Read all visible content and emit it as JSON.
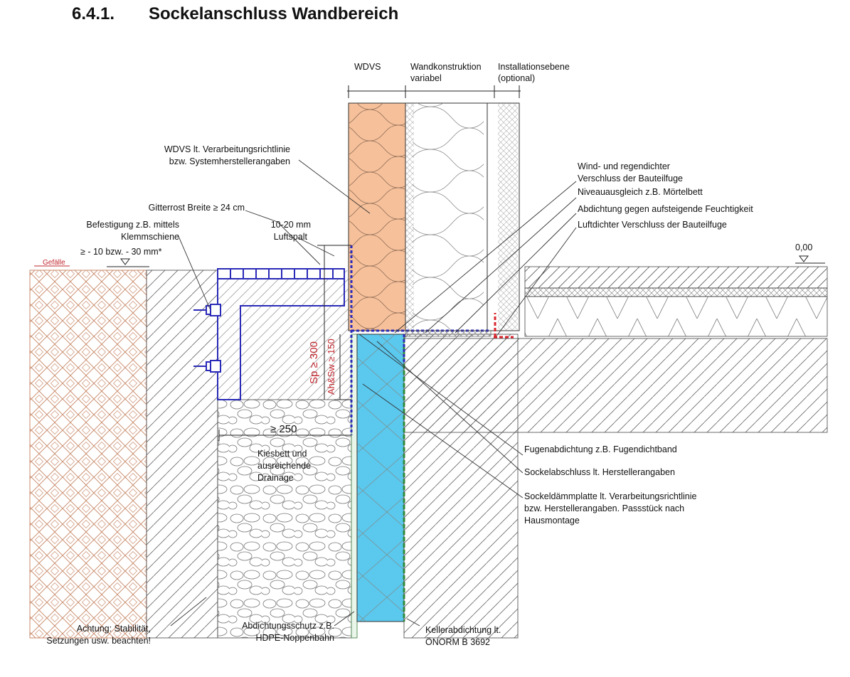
{
  "section": {
    "number": "6.4.1.",
    "title": "Sockelanschluss Wandbereich"
  },
  "layers": {
    "wdvs": "WDVS",
    "wand_1": "Wandkonstruktion",
    "wand_2": "variabel",
    "install_1": "Installationsebene",
    "install_2": "(optional)"
  },
  "labels": {
    "wdvs_note_1": "WDVS lt. Verarbeitungsrichtlinie",
    "wdvs_note_2": "bzw. Systemherstellerangaben",
    "gitterrost": "Gitterrost Breite ≥ 24 cm",
    "befestigung_1": "Befestigung z.B. mittels",
    "befestigung_2": "Klemmschiene",
    "luftspalt_1": "10-20 mm",
    "luftspalt_2": "Luftspalt",
    "gefaelle_level": "≥ - 10 bzw. - 30 mm*",
    "gefaelle": "Gefälle",
    "level_00": "0,00",
    "wind_1": "Wind- und regendichter",
    "wind_2": "Verschluss der Bauteilfuge",
    "niveau": "Niveauausgleich z.B. Mörtelbett",
    "abdichtung": "Abdichtung gegen aufsteigende Feuchtigkeit",
    "luftdicht": "Luftdichter Verschluss der Bauteilfuge",
    "fugen": "Fugenabdichtung z.B. Fugendichtband",
    "sockelabschluss": "Sockelabschluss lt. Herstellerangaben",
    "sockeldaemm_1": "Sockeldämmplatte lt. Verarbeitungsrichtlinie",
    "sockeldaemm_2": "bzw. Herstellerangaben. Passstück nach",
    "sockeldaemm_3": "Hausmontage",
    "kies_1": "Kiesbett und",
    "kies_2": "ausreichende",
    "kies_3": "Drainage",
    "achtung_1": "Achtung: Stabilität,",
    "achtung_2": "Setzungen usw. beachten!",
    "hdpe_1": "Abdichtungsschutz z.B.",
    "hdpe_2": "HDPE-Noppenbahn",
    "keller_1": "Kellerabdichtung lt.",
    "keller_2": "ÖNORM B 3692"
  },
  "dimensions": {
    "sp": "Sp ≥ 300",
    "ah": "Ah&Sw ≥ 150",
    "kies_width": "≥ 250"
  },
  "colors": {
    "wdvs": "#f6c09a",
    "sockel": "#5bc8ee",
    "membrane": "#2a2ab8",
    "seal_red": "#d9262d",
    "dim_red": "#c0262d",
    "soil_hatch": "#c88a6a"
  }
}
